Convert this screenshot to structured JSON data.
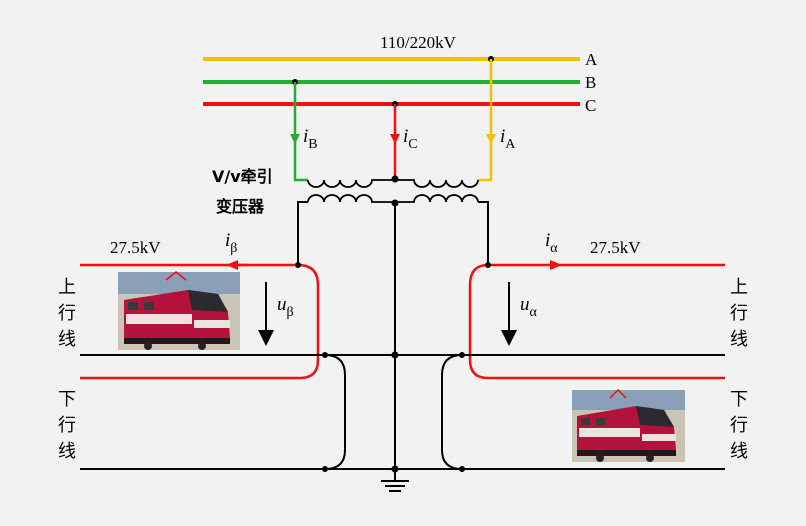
{
  "diagram": {
    "supply_voltage": "110/220kV",
    "phases": {
      "a": {
        "name": "A",
        "color": "#f5c000"
      },
      "b": {
        "name": "B",
        "color": "#1fb030"
      },
      "c": {
        "name": "C",
        "color": "#ee1111"
      }
    },
    "currents": {
      "ib": {
        "main": "i",
        "sub": "B"
      },
      "ic": {
        "main": "i",
        "sub": "C"
      },
      "ia": {
        "main": "i",
        "sub": "A"
      },
      "ibeta": {
        "main": "i",
        "sub": "β"
      },
      "ialpha": {
        "main": "i",
        "sub": "α"
      }
    },
    "voltages": {
      "ubeta": {
        "main": "u",
        "sub": "β"
      },
      "ualpha": {
        "main": "u",
        "sub": "α"
      }
    },
    "transformer": {
      "line1": "V/v牵引",
      "line2": "变压器"
    },
    "feeders": {
      "left_voltage": "27.5kV",
      "right_voltage": "27.5kV"
    },
    "tracks": {
      "up_line": [
        "上",
        "行",
        "线"
      ],
      "down_line": [
        "下",
        "行",
        "线"
      ]
    },
    "catenary_color": "#ee1111",
    "wire_color": "#000000",
    "locomotive_body_color": "#b3123a"
  }
}
